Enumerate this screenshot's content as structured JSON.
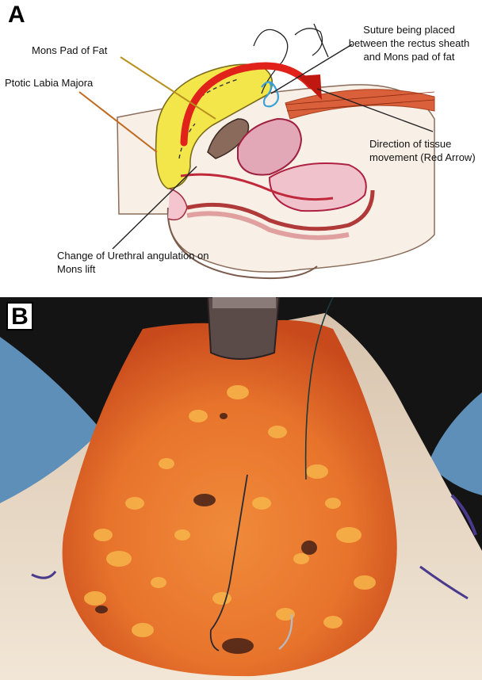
{
  "panel_a": {
    "letter": "A",
    "labels": {
      "mons_pad": "Mons Pad of Fat",
      "ptotic_labia": "Ptotic Labia Majora",
      "suture": "Suture being placed between the rectus sheath and Mons pad of fat",
      "direction": "Direction of tissue movement (Red Arrow)",
      "urethral": "Change of Urethral angulation on Mons lift"
    },
    "colors": {
      "fat": "#f3e64a",
      "arrow": "#e0221a",
      "muscle": "#d9603a",
      "organ_pink": "#e3a8b8",
      "suture": "#3aa0d8",
      "leader_mons": "#b8901e",
      "leader_ptotic": "#c06a20"
    }
  },
  "panel_b": {
    "letter": "B",
    "colors": {
      "wound": "#e8742c",
      "fat_globules": "#f7b54a",
      "skin": "#ecdcc8",
      "drape": "#5d8fb8",
      "marker": "#4a3a8c"
    }
  }
}
